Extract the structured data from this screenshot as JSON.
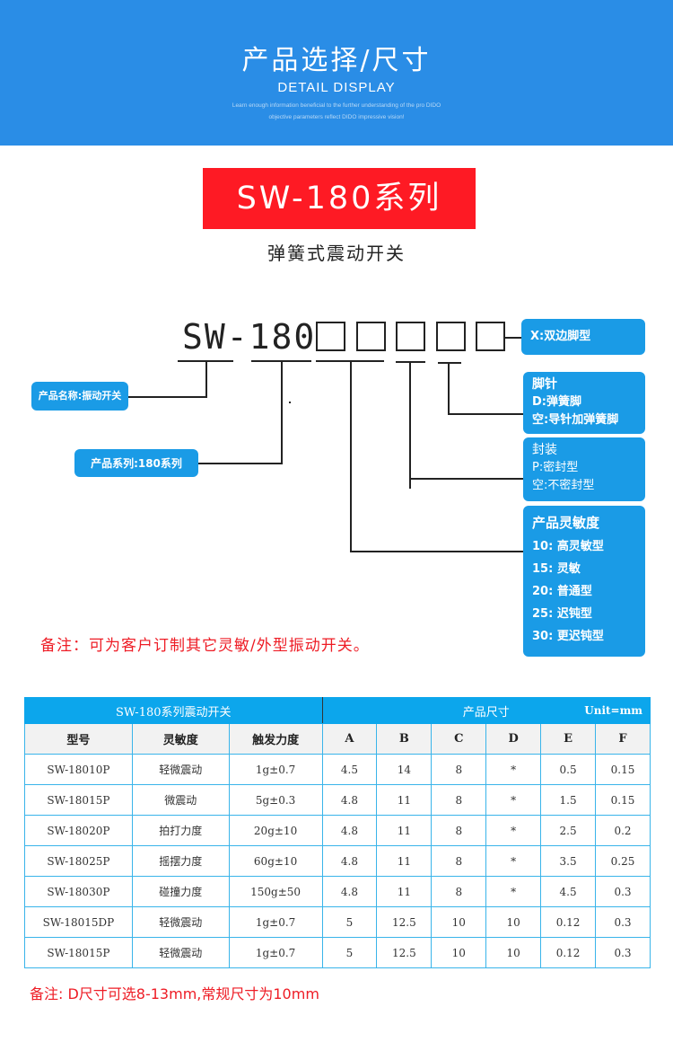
{
  "header": {
    "title": "产品选择/尺寸",
    "subtitle": "DETAIL DISPLAY",
    "desc_line1": "Learn enough information beneficial to the further understanding of the pro DIDO",
    "desc_line2": "objective parameters reflect DIDO impressive vision!",
    "bg_color": "#2a8de6"
  },
  "series": {
    "badge": "SW-180系列",
    "subtitle": "弹簧式震动开关",
    "badge_color": "#fe1a24"
  },
  "diagram": {
    "code_prefix": "SW-180",
    "slots": 5,
    "left_tags": [
      {
        "label": "产品名称:振动开关"
      },
      {
        "label": "产品系列:180系列"
      }
    ],
    "right_tags": [
      {
        "head": "",
        "rows": [
          "X:双边脚型"
        ]
      },
      {
        "head": "脚针",
        "rows": [
          "D:弹簧脚",
          "空:导针加弹簧脚"
        ]
      },
      {
        "head": "封装",
        "rows": [
          "P:密封型",
          "空:不密封型"
        ]
      },
      {
        "head": "产品灵敏度",
        "rows": [
          "10:  高灵敏型",
          "15:  灵敏",
          "20:  普通型",
          "25:  迟钝型",
          "30:  更迟钝型"
        ]
      }
    ],
    "tag_color": "#1a9be6",
    "note": "备注：可为客户订制其它灵敏/外型振动开关。"
  },
  "table": {
    "group_left": "SW-180系列震动开关",
    "group_right": "产品尺寸",
    "unit": "Unit=mm",
    "columns": [
      "型号",
      "灵敏度",
      "触发力度",
      "A",
      "B",
      "C",
      "D",
      "E",
      "F"
    ],
    "rows": [
      [
        "SW-18010P",
        "轻微震动",
        "1g±0.7",
        "4.5",
        "14",
        "8",
        "*",
        "0.5",
        "0.15"
      ],
      [
        "SW-18015P",
        "微震动",
        "5g±0.3",
        "4.8",
        "11",
        "8",
        "*",
        "1.5",
        "0.15"
      ],
      [
        "SW-18020P",
        "拍打力度",
        "20g±10",
        "4.8",
        "11",
        "8",
        "*",
        "2.5",
        "0.2"
      ],
      [
        "SW-18025P",
        "摇摆力度",
        "60g±10",
        "4.8",
        "11",
        "8",
        "*",
        "3.5",
        "0.25"
      ],
      [
        "SW-18030P",
        "碰撞力度",
        "150g±50",
        "4.8",
        "11",
        "8",
        "*",
        "4.5",
        "0.3"
      ],
      [
        "SW-18015DP",
        "轻微震动",
        "1g±0.7",
        "5",
        "12.5",
        "10",
        "10",
        "0.12",
        "0.3"
      ],
      [
        "SW-18015P",
        "轻微震动",
        "1g±0.7",
        "5",
        "12.5",
        "10",
        "10",
        "0.12",
        "0.3"
      ]
    ]
  },
  "footnote": "备注: D尺寸可选8-13mm,常规尺寸为10mm"
}
